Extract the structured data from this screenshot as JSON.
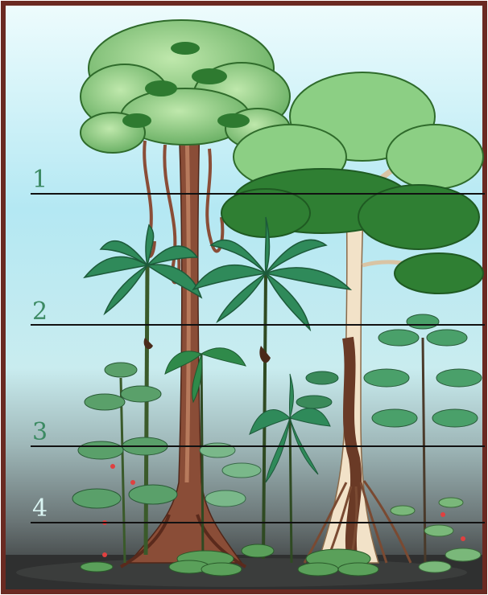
{
  "diagram": {
    "layers": [
      {
        "label": "1",
        "color": "#3c8a63"
      },
      {
        "label": "2",
        "color": "#3c8a63"
      },
      {
        "label": "3",
        "color": "#3c8a63"
      },
      {
        "label": "4",
        "color": "#d9f4f2"
      }
    ],
    "colors": {
      "frame": "#6a2a22",
      "sky_top": "#e6f8fb",
      "sky_mid": "#a9e2ef",
      "ground": "#2f2f2f",
      "canopy_light": "#8ccf84",
      "canopy_dark": "#2f7f33",
      "trunk": "#8a4d37",
      "palm": "#2f8a5a",
      "layer_line": "#111111"
    }
  }
}
